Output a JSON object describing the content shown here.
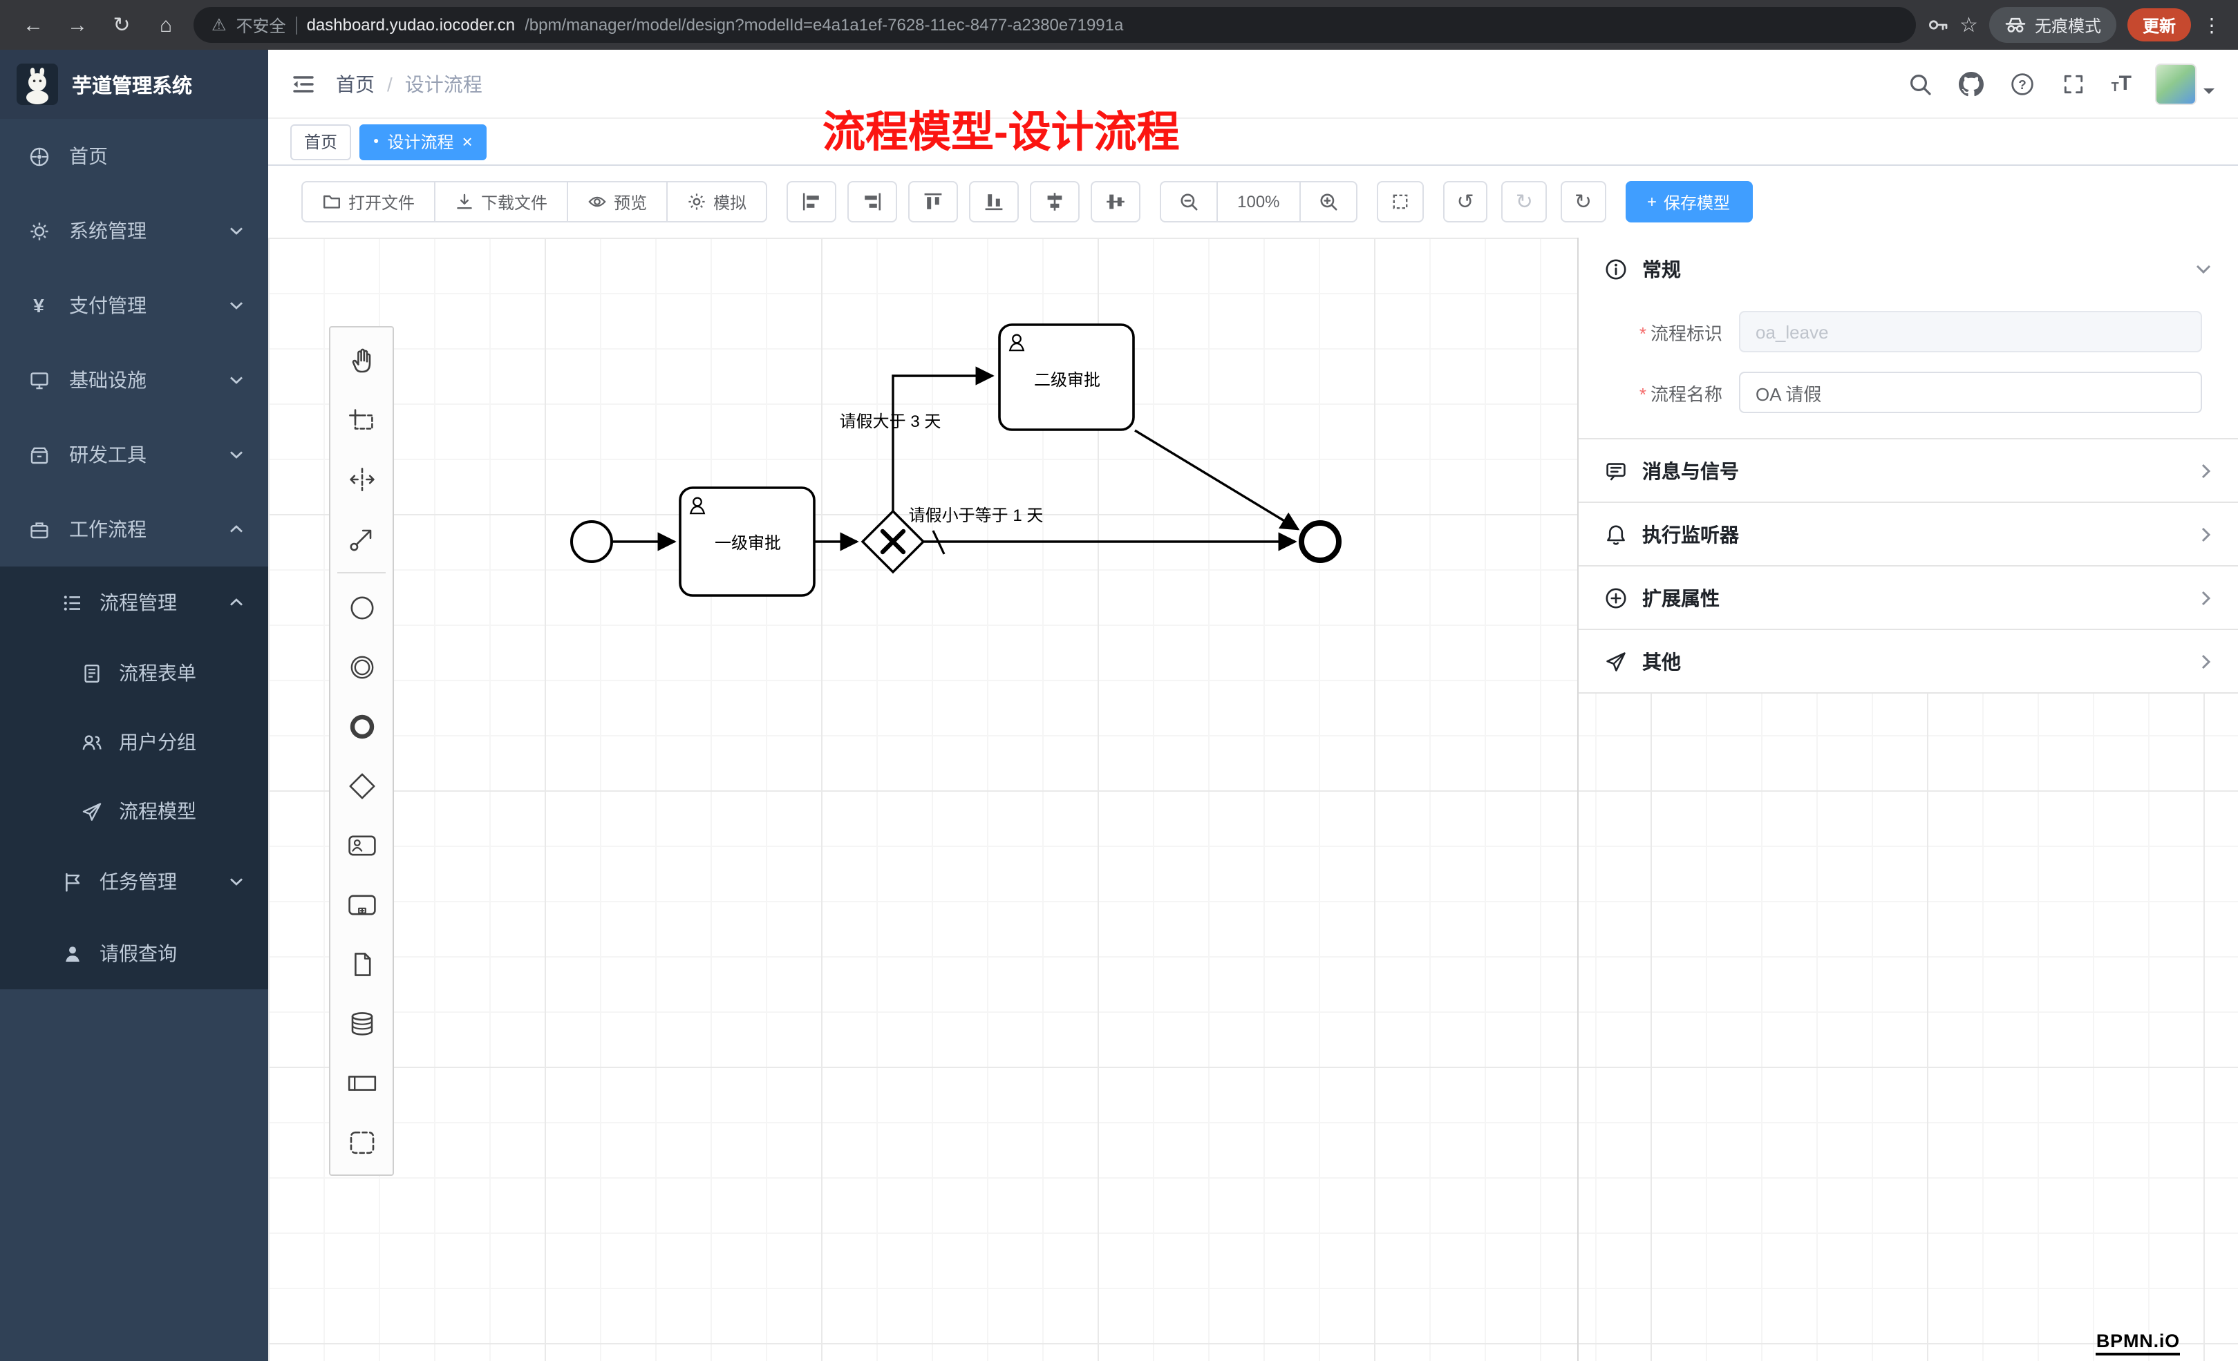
{
  "glyphs": {
    "back": "←",
    "forward": "→",
    "reload": "↻",
    "home": "⌂",
    "warning": "⚠",
    "star": "☆",
    "menu_dots": "⋮",
    "close": "×",
    "tab_dot": "●",
    "yen": "¥",
    "plus": "+",
    "question": "?",
    "undo": "↺",
    "redo": "↻",
    "refresh": "↻",
    "required": "*",
    "letter_t": "T"
  },
  "browser": {
    "security": "不安全",
    "host": "dashboard.yudao.iocoder.cn",
    "path": "/bpm/manager/model/design?modelId=e4a1a1ef-7628-11ec-8477-a2380e71991a",
    "incognito": "无痕模式",
    "update": "更新"
  },
  "sidebar": {
    "title": "芋道管理系统",
    "menu": [
      {
        "label": "首页"
      },
      {
        "label": "系统管理"
      },
      {
        "label": "支付管理"
      },
      {
        "label": "基础设施"
      },
      {
        "label": "研发工具"
      },
      {
        "label": "工作流程"
      }
    ],
    "submenu": [
      {
        "label": "流程管理"
      },
      {
        "label": "流程表单"
      },
      {
        "label": "用户分组"
      },
      {
        "label": "流程模型"
      },
      {
        "label": "任务管理"
      },
      {
        "label": "请假查询"
      }
    ]
  },
  "header": {
    "breadcrumb": {
      "home": "首页",
      "sep": "/",
      "current": "设计流程"
    },
    "annotation": "流程模型-设计流程"
  },
  "tabs": [
    {
      "label": "首页"
    },
    {
      "label": "设计流程"
    }
  ],
  "toolbar": {
    "open": "打开文件",
    "download": "下载文件",
    "preview": "预览",
    "simulate": "模拟",
    "zoom": "100%",
    "save": "保存模型"
  },
  "diagram": {
    "task1": "一级审批",
    "task2": "二级审批",
    "flow_up": "请假大于 3 天",
    "flow_right": "请假小于等于 1 天",
    "watermark": "BPMN.iO"
  },
  "properties": {
    "general": "常规",
    "fields": [
      {
        "label": "流程标识",
        "value": "oa_leave"
      },
      {
        "label": "流程名称",
        "value": "OA 请假"
      }
    ],
    "sections": [
      {
        "title": "消息与信号"
      },
      {
        "title": "执行监听器"
      },
      {
        "title": "扩展属性"
      },
      {
        "title": "其他"
      }
    ]
  },
  "colors": {
    "accent": "#409eff",
    "sidebar_bg": "#304156",
    "submenu_bg": "#1f2d3d",
    "annotation_red": "#fb1511",
    "update_orange": "#c6492f"
  }
}
